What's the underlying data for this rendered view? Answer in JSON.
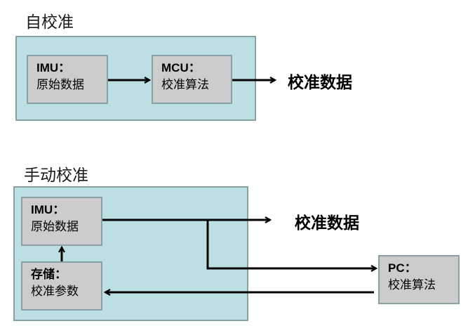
{
  "auto_calibration": {
    "title": "自校准",
    "imu_box": {
      "line1": "IMU：",
      "line2": "原始数据"
    },
    "mcu_box": {
      "line1": "MCU：",
      "line2": "校准算法"
    },
    "output_label": "校准数据"
  },
  "manual_calibration": {
    "title": "手动校准",
    "imu_box": {
      "line1": "IMU：",
      "line2": "原始数据"
    },
    "storage_box": {
      "line1": "存储：",
      "line2": "校准参数"
    },
    "pc_box": {
      "line1": "PC：",
      "line2": "校准算法"
    },
    "output_label": "校准数据"
  },
  "colors": {
    "panel": "#bbdfe3",
    "box": "#cccccc",
    "border": "#889fa3"
  }
}
